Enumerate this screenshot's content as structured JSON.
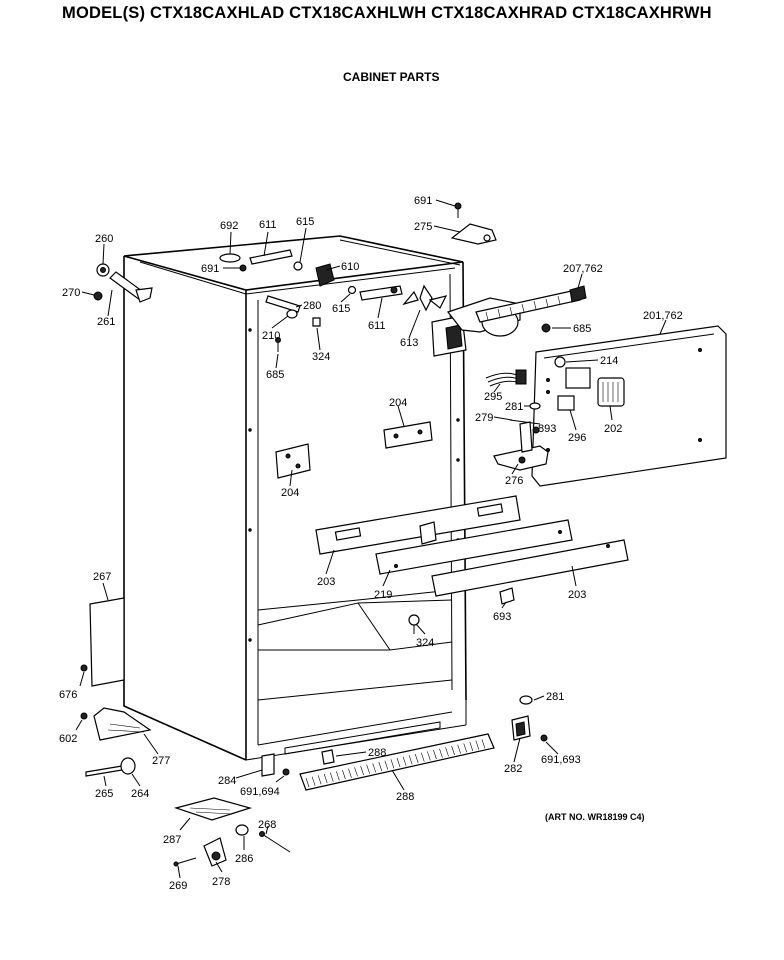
{
  "title": "MODEL(S) CTX18CAXHLAD  CTX18CAXHLWH  CTX18CAXHRAD  CTX18CAXHRWH",
  "subtitle": "CABINET PARTS",
  "art_no": "(ART NO. WR18199 C4)",
  "callouts": {
    "c691_top": "691",
    "c275": "275",
    "c692": "692",
    "c611_top": "611",
    "c615_top": "615",
    "c260": "260",
    "c691_left": "691",
    "c610": "610",
    "c207_762": "207,762",
    "c270": "270",
    "c261": "261",
    "c280": "280",
    "c615_mid": "615",
    "c611_mid": "611",
    "c210": "210",
    "c613": "613",
    "c685_right": "685",
    "c201_762": "201,762",
    "c324_top": "324",
    "c685_left": "685",
    "c214": "214",
    "c295": "295",
    "c204_right": "204",
    "c281_mid": "281",
    "c279": "279",
    "c893": "893",
    "c296": "296",
    "c202": "202",
    "c204_left": "204",
    "c276": "276",
    "c203_left": "203",
    "c219": "219",
    "c203_right": "203",
    "c267": "267",
    "c693": "693",
    "c324_bot": "324",
    "c676": "676",
    "c281_bot": "281",
    "c602": "602",
    "c277": "277",
    "c288_mid": "288",
    "c282": "282",
    "c691_693": "691,693",
    "c284": "284",
    "c265": "265",
    "c264": "264",
    "c691_694": "691,694",
    "c288_bot": "288",
    "c268": "268",
    "c287": "287",
    "c286": "286",
    "c269": "269",
    "c278": "278"
  }
}
